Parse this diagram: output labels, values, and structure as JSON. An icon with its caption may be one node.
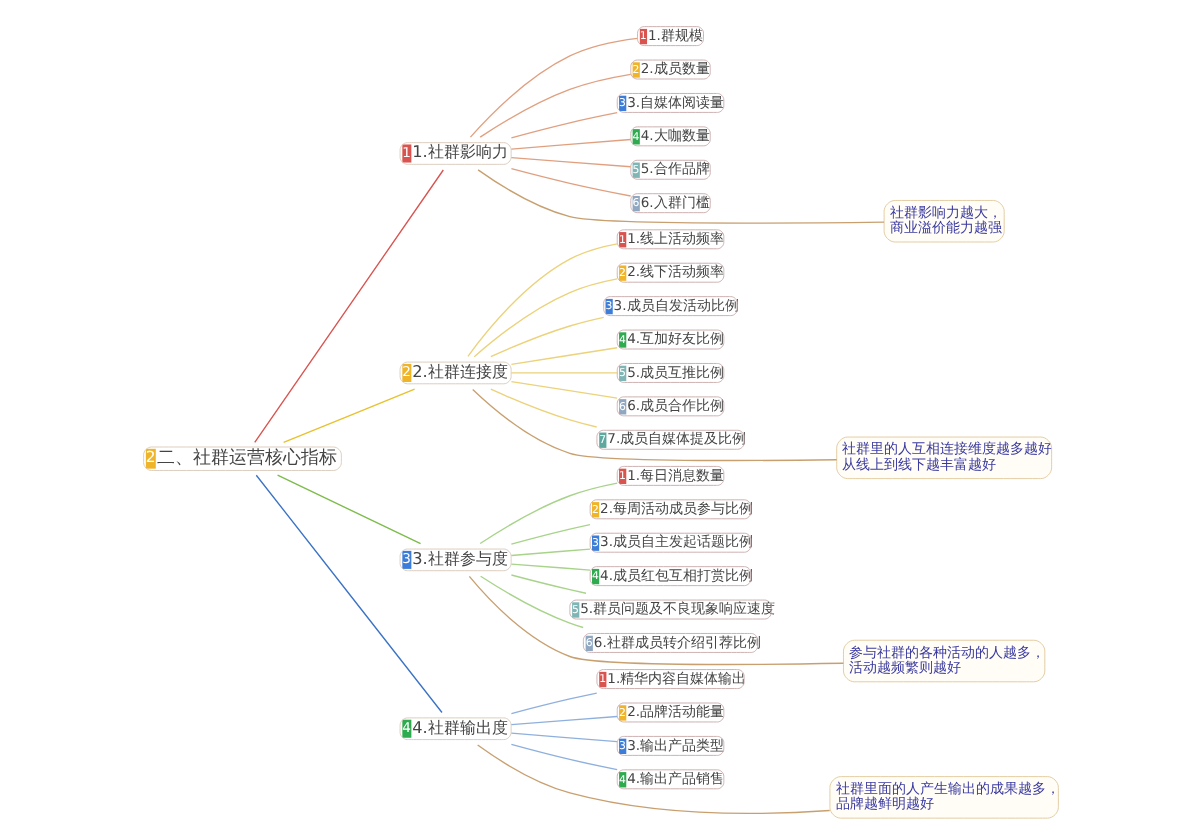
{
  "diagram": {
    "nodes": [
      {
        "text": [
          "2",
          "二、社群运营核心指标"
        ]
      },
      {
        "text": [
          "1",
          "1.社群影响力"
        ]
      },
      {
        "text": [
          "1",
          "1.群规模"
        ]
      },
      {
        "text": [
          "2",
          "2.成员数量"
        ]
      },
      {
        "text": [
          "3",
          "3.自媒体阅读量"
        ]
      },
      {
        "text": [
          "4",
          "4.大咖数量"
        ]
      },
      {
        "text": [
          "5",
          "5.合作品牌"
        ]
      },
      {
        "text": [
          "6",
          "6.入群门槛"
        ]
      },
      {
        "text": [
          "社群影响力越大，商业溢价能力越强"
        ]
      },
      {
        "text": [
          "2",
          "2.社群连接度"
        ]
      },
      {
        "text": [
          "1",
          "1.线上活动频率"
        ]
      },
      {
        "text": [
          "2",
          "2.线下活动频率"
        ]
      },
      {
        "text": [
          "3",
          "3.成员自发活动比例"
        ]
      },
      {
        "text": [
          "4",
          "4.互加好友比例"
        ]
      },
      {
        "text": [
          "5",
          "5.成员互推比例"
        ]
      },
      {
        "text": [
          "6",
          "6.成员合作比例"
        ]
      },
      {
        "text": [
          "7",
          "7.成员自媒体提及比例"
        ]
      },
      {
        "text": [
          "社群里的人互相连接维度越多越好从线上到线下越丰富越好"
        ]
      },
      {
        "text": [
          "3",
          "3.社群参与度"
        ]
      },
      {
        "text": [
          "1",
          "1.每日消息数量"
        ]
      },
      {
        "text": [
          "2",
          "2.每周活动成员参与比例"
        ]
      },
      {
        "text": [
          "3",
          "3.成员自主发起话题比例"
        ]
      },
      {
        "text": [
          "4",
          "4.成员红包互相打赏比例"
        ]
      },
      {
        "text": [
          "5",
          "5.群员问题及不良现象响应速度"
        ]
      },
      {
        "text": [
          "6",
          "6.社群成员转介绍引荐比例"
        ]
      },
      {
        "text": [
          "参与社群的各种活动的人越多，活动越频繁则越好"
        ]
      },
      {
        "text": [
          "4",
          "4.社群输出度"
        ]
      },
      {
        "text": [
          "1",
          "1.精华内容自媒体输出"
        ]
      },
      {
        "text": [
          "2",
          "2.品牌活动能量"
        ]
      },
      {
        "text": [
          "3",
          "3.输出产品类型"
        ]
      },
      {
        "text": [
          "4",
          "4.输出产品销售"
        ]
      },
      {
        "text": [
          "社群里面的人产生输出的成果越多，品牌越鲜明越好"
        ]
      }
    ],
    "edges": [
      {
        "from": 0,
        "to": 1,
        "arrow": "none",
        "color": "#d9534f"
      },
      {
        "from": 1,
        "to": 2,
        "arrow": "none",
        "color": "#e0a080"
      },
      {
        "from": 1,
        "to": 3,
        "arrow": "none",
        "color": "#e0a080"
      },
      {
        "from": 1,
        "to": 4,
        "arrow": "none",
        "color": "#e0a080"
      },
      {
        "from": 1,
        "to": 5,
        "arrow": "none",
        "color": "#e0a080"
      },
      {
        "from": 1,
        "to": 6,
        "arrow": "none",
        "color": "#e0a080"
      },
      {
        "from": 1,
        "to": 7,
        "arrow": "none",
        "color": "#e0a080"
      },
      {
        "from": 1,
        "to": 8,
        "arrow": "none",
        "color": "#c8a070"
      },
      {
        "from": 0,
        "to": 9,
        "arrow": "none",
        "color": "#e8c12e"
      },
      {
        "from": 9,
        "to": 10,
        "arrow": "none",
        "color": "#ecd27a"
      },
      {
        "from": 9,
        "to": 11,
        "arrow": "none",
        "color": "#ecd27a"
      },
      {
        "from": 9,
        "to": 12,
        "arrow": "none",
        "color": "#ecd27a"
      },
      {
        "from": 9,
        "to": 13,
        "arrow": "none",
        "color": "#ecd27a"
      },
      {
        "from": 9,
        "to": 14,
        "arrow": "none",
        "color": "#ecd27a"
      },
      {
        "from": 9,
        "to": 15,
        "arrow": "none",
        "color": "#ecd27a"
      },
      {
        "from": 9,
        "to": 16,
        "arrow": "none",
        "color": "#ecd27a"
      },
      {
        "from": 9,
        "to": 17,
        "arrow": "none",
        "color": "#c8a070"
      },
      {
        "from": 0,
        "to": 18,
        "arrow": "none",
        "color": "#7dbb4a"
      },
      {
        "from": 18,
        "to": 19,
        "arrow": "none",
        "color": "#a8d38a"
      },
      {
        "from": 18,
        "to": 20,
        "arrow": "none",
        "color": "#a8d38a"
      },
      {
        "from": 18,
        "to": 21,
        "arrow": "none",
        "color": "#a8d38a"
      },
      {
        "from": 18,
        "to": 22,
        "arrow": "none",
        "color": "#a8d38a"
      },
      {
        "from": 18,
        "to": 23,
        "arrow": "none",
        "color": "#a8d38a"
      },
      {
        "from": 18,
        "to": 24,
        "arrow": "none",
        "color": "#a8d38a"
      },
      {
        "from": 18,
        "to": 25,
        "arrow": "none",
        "color": "#c8a070"
      },
      {
        "from": 0,
        "to": 26,
        "arrow": "none",
        "color": "#3b73c6"
      },
      {
        "from": 26,
        "to": 27,
        "arrow": "none",
        "color": "#8fb0dd"
      },
      {
        "from": 26,
        "to": 28,
        "arrow": "none",
        "color": "#8fb0dd"
      },
      {
        "from": 26,
        "to": 29,
        "arrow": "none",
        "color": "#8fb0dd"
      },
      {
        "from": 26,
        "to": 30,
        "arrow": "none",
        "color": "#8fb0dd"
      },
      {
        "from": 26,
        "to": 31,
        "arrow": "none",
        "color": "#c8a070"
      }
    ]
  }
}
